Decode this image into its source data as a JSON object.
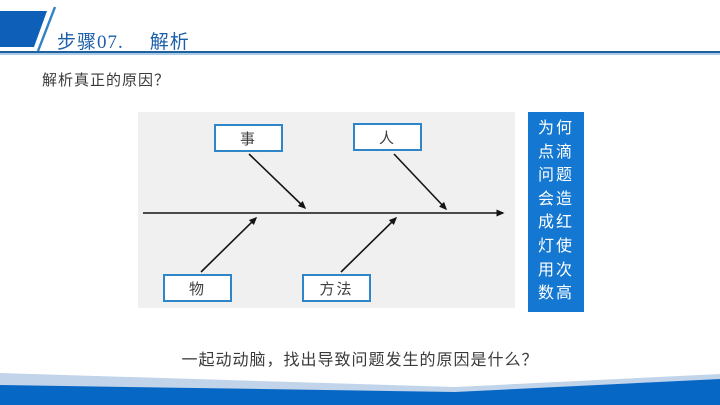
{
  "header": {
    "step": "步骤07.",
    "title": "解析"
  },
  "subtitle": "解析真正的原因？",
  "fishbone": {
    "type": "ishikawa-fishbone",
    "branches": [
      {
        "label": "事",
        "position": "top-left"
      },
      {
        "label": "人",
        "position": "top-right"
      },
      {
        "label": "物",
        "position": "bottom-left"
      },
      {
        "label": "方法",
        "position": "bottom-right"
      }
    ],
    "effect": "为何点滴问题会造成红灯使用次数高"
  },
  "caption": "一起动动脑，找出导致问题发生的原因是什么？",
  "colors": {
    "title_blue": "#1d5fa9",
    "rule_dark": "#20609c",
    "rule_light": "#a9cbe8",
    "corner_parallelogram": "#0e5fb8",
    "panel_gray": "#f0f0f0",
    "cause_box_border": "#2e86c8",
    "effect_box_blue": "#1478d2",
    "bottom_band_dark": "#0767c5",
    "bottom_band_light": "#c2d4ea",
    "arrow_black": "#141414"
  }
}
